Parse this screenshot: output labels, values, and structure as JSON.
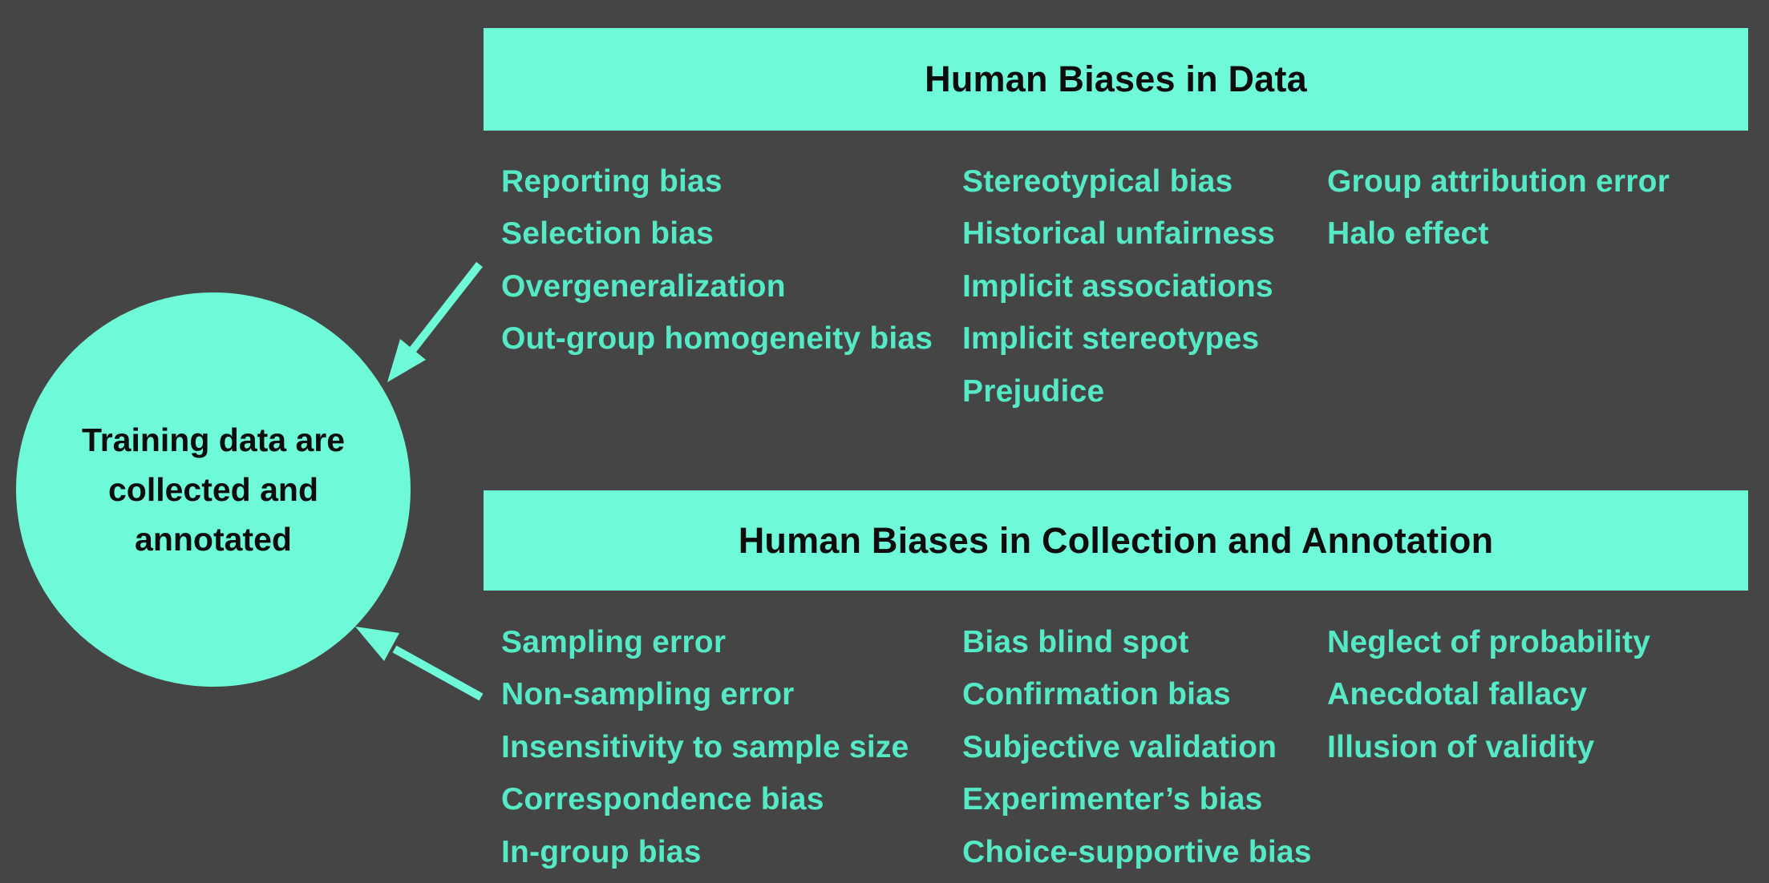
{
  "colors": {
    "background": "#454545",
    "accent_mint": "#6EFAD9",
    "list_text_teal": "#55E9C6",
    "dark_text": "#0d0d0d"
  },
  "circle": {
    "label": "Training data are collected and annotated",
    "lines": [
      "Training data are",
      "collected and",
      "annotated"
    ]
  },
  "icons": {
    "arrow_top": "arrow pointing from Human Biases in Data list to circle",
    "arrow_bottom": "arrow pointing from Human Biases in Collection and Annotation list to circle"
  },
  "sections": [
    {
      "title": "Human Biases in Data",
      "columns": [
        [
          "Reporting bias",
          "Selection bias",
          "Overgeneralization",
          "Out-group homogeneity bias"
        ],
        [
          "Stereotypical bias",
          "Historical unfairness",
          "Implicit associations",
          "Implicit stereotypes",
          "Prejudice"
        ],
        [
          "Group attribution error",
          "Halo effect"
        ]
      ]
    },
    {
      "title": "Human Biases in Collection and Annotation",
      "columns": [
        [
          "Sampling error",
          "Non-sampling error",
          "Insensitivity to sample size",
          "Correspondence bias",
          "In-group bias"
        ],
        [
          "Bias blind spot",
          "Confirmation bias",
          "Subjective validation",
          "Experimenter’s bias",
          "Choice-supportive bias"
        ],
        [
          "Neglect of probability",
          "Anecdotal fallacy",
          "Illusion of validity"
        ]
      ]
    }
  ]
}
